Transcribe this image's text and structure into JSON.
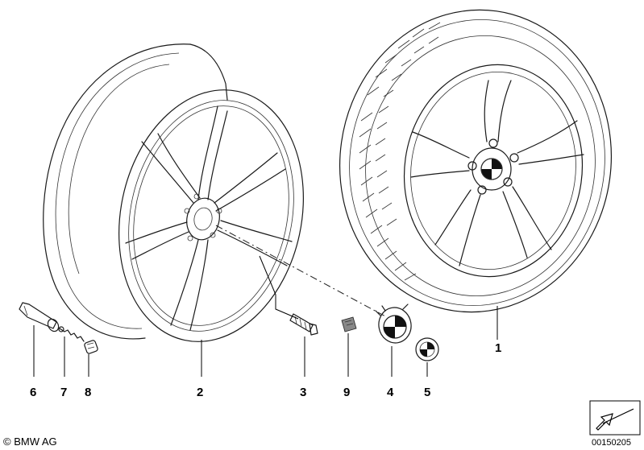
{
  "callouts": [
    {
      "id": "1",
      "label": "1"
    },
    {
      "id": "2",
      "label": "2"
    },
    {
      "id": "3",
      "label": "3"
    },
    {
      "id": "4",
      "label": "4"
    },
    {
      "id": "5",
      "label": "5"
    },
    {
      "id": "6",
      "label": "6"
    },
    {
      "id": "7",
      "label": "7"
    },
    {
      "id": "8",
      "label": "8"
    },
    {
      "id": "9",
      "label": "9"
    }
  ],
  "footer": {
    "copyright": "© BMW AG",
    "diagram_code": "00150205"
  },
  "icons": {
    "nav": "arrow-icon"
  }
}
